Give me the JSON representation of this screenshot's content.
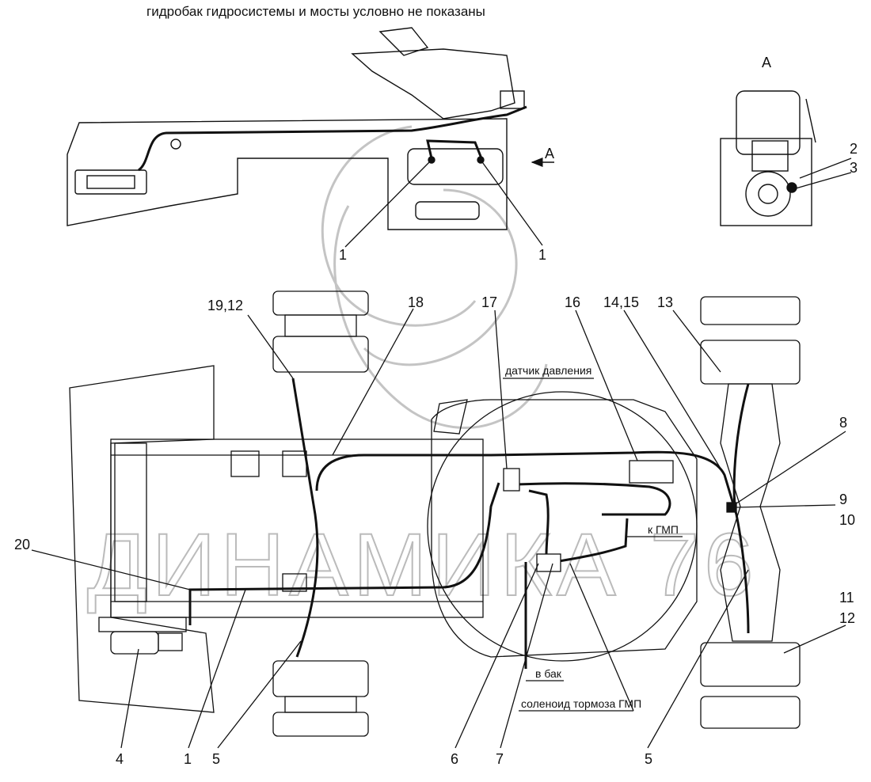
{
  "header": {
    "note": "гидробак гидросистемы и мосты условно не показаны"
  },
  "view_label": "А",
  "arrow_label": "А",
  "watermark": "ДИНАМИКА 76",
  "captions": {
    "pressure_sensor": "датчик давления",
    "to_gmp": "к ГМП",
    "to_tank": "в бак",
    "gmp_brake_solenoid": "соленоид тормоза ГМП"
  },
  "callouts": {
    "c1a": "1",
    "c1b": "1",
    "c1c": "1",
    "c2": "2",
    "c3": "3",
    "c4": "4",
    "c5a": "5",
    "c5b": "5",
    "c6": "6",
    "c7": "7",
    "c8": "8",
    "c9": "9",
    "c10": "10",
    "c11": "11",
    "c12": "12",
    "c13": "13",
    "c1415": "14,15",
    "c16": "16",
    "c17": "17",
    "c18": "18",
    "c1912": "19,12",
    "c20": "20"
  },
  "colors": {
    "line": "#111111",
    "watermark": "#bbbbbb",
    "background": "#ffffff"
  }
}
